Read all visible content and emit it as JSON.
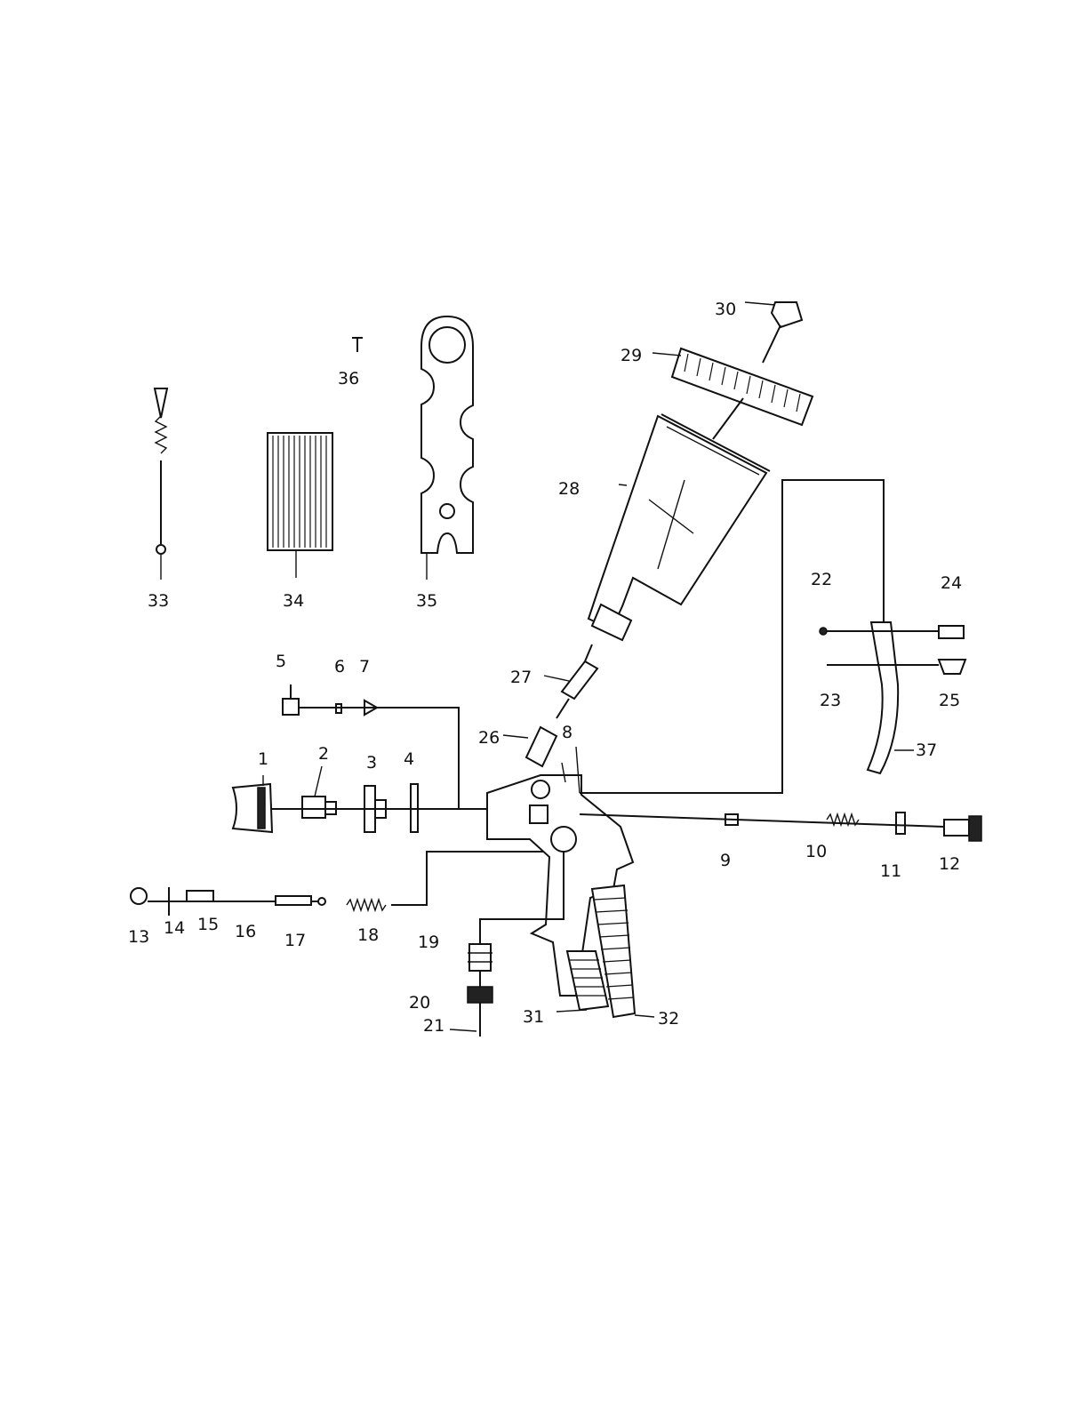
{
  "diagram": {
    "parts": [
      {
        "id": "1",
        "label": "1"
      },
      {
        "id": "2",
        "label": "2"
      },
      {
        "id": "3",
        "label": "3"
      },
      {
        "id": "4",
        "label": "4"
      },
      {
        "id": "5",
        "label": "5"
      },
      {
        "id": "6",
        "label": "6"
      },
      {
        "id": "7",
        "label": "7"
      },
      {
        "id": "8",
        "label": "8"
      },
      {
        "id": "9",
        "label": "9"
      },
      {
        "id": "10",
        "label": "10"
      },
      {
        "id": "11",
        "label": "11"
      },
      {
        "id": "12",
        "label": "12"
      },
      {
        "id": "13",
        "label": "13"
      },
      {
        "id": "14",
        "label": "14"
      },
      {
        "id": "15",
        "label": "15"
      },
      {
        "id": "16",
        "label": "16"
      },
      {
        "id": "17",
        "label": "17"
      },
      {
        "id": "18",
        "label": "18"
      },
      {
        "id": "19",
        "label": "19"
      },
      {
        "id": "20",
        "label": "20"
      },
      {
        "id": "21",
        "label": "21"
      },
      {
        "id": "22",
        "label": "22"
      },
      {
        "id": "23",
        "label": "23"
      },
      {
        "id": "24",
        "label": "24"
      },
      {
        "id": "25",
        "label": "25"
      },
      {
        "id": "26",
        "label": "26"
      },
      {
        "id": "27",
        "label": "27"
      },
      {
        "id": "28",
        "label": "28"
      },
      {
        "id": "29",
        "label": "29"
      },
      {
        "id": "30",
        "label": "30"
      },
      {
        "id": "31",
        "label": "31"
      },
      {
        "id": "32",
        "label": "32"
      },
      {
        "id": "33",
        "label": "33"
      },
      {
        "id": "34",
        "label": "34"
      },
      {
        "id": "35",
        "label": "35"
      },
      {
        "id": "36",
        "label": "36"
      },
      {
        "id": "37",
        "label": "37"
      }
    ]
  }
}
